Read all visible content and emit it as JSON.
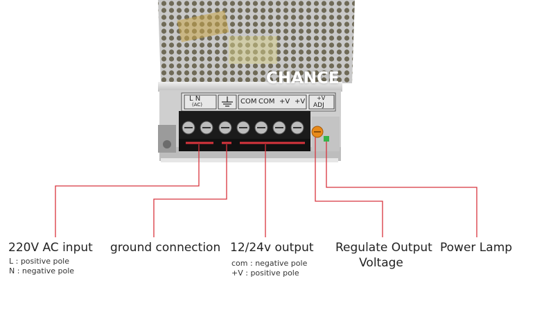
{
  "device": {
    "watermark": "CHANCE",
    "terminal_labels": [
      "L N",
      "(AC)",
      "COM",
      "COM",
      "+V",
      "+V",
      "+V",
      "ADJ"
    ],
    "colors": {
      "housing": "#d9d9d9",
      "terminal_block": "#1b1b1b",
      "leader_line": "#d8343d",
      "pot": "#e88a1a",
      "lamp": "#36b34a"
    }
  },
  "callouts": [
    {
      "title": "220V AC input",
      "notes": [
        "L : positive pole",
        "N : negative pole"
      ]
    },
    {
      "title": "ground connection",
      "notes": []
    },
    {
      "title": "12/24v output",
      "notes": [
        "com : negative pole",
        "+V : positive pole"
      ]
    },
    {
      "title_lines": [
        "Regulate Output",
        "Voltage"
      ],
      "notes": []
    },
    {
      "title": "Power Lamp",
      "notes": []
    }
  ]
}
